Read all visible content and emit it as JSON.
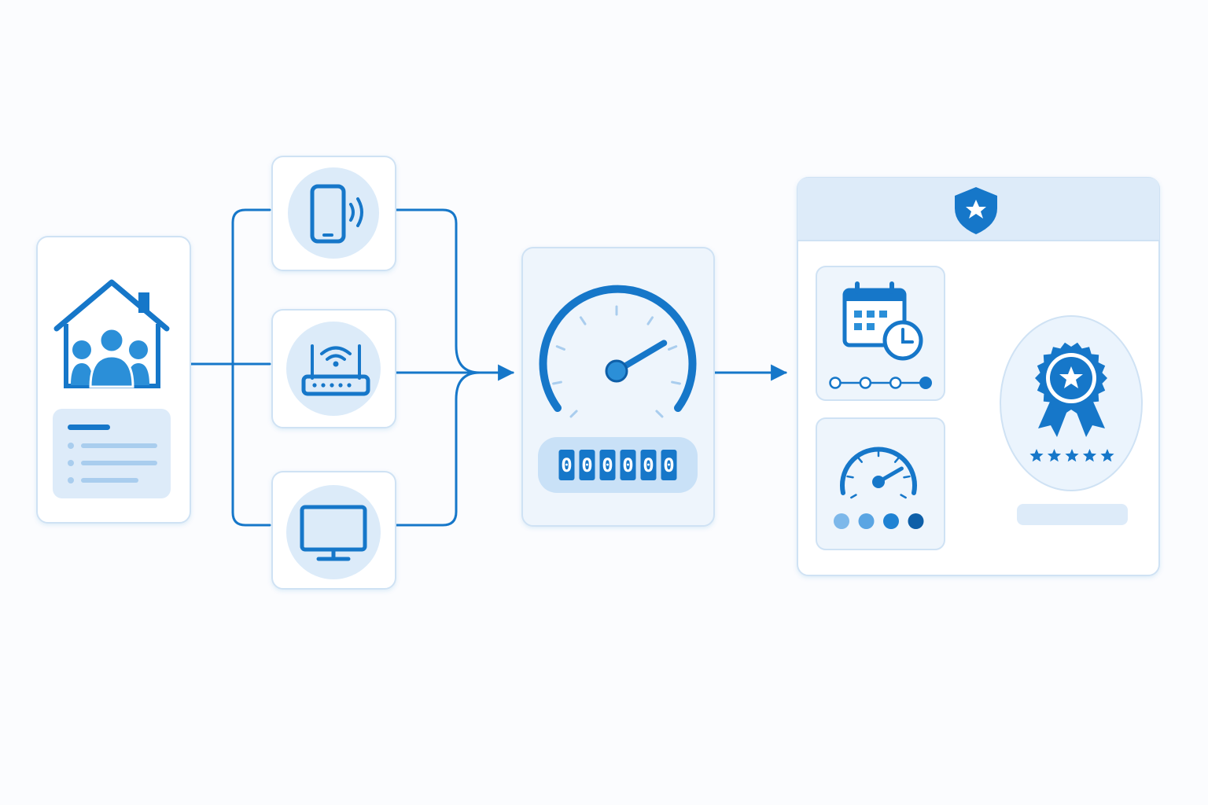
{
  "colors": {
    "primary": "#1677c9",
    "primary_dark": "#0e5fa8",
    "icon_mid": "#2b8fd8",
    "circle_fill": "#dcebf9",
    "panel_fill": "#eef5fc",
    "card_border": "#cfe2f4",
    "line_soft": "#a9cdee",
    "background": "#fbfcfe"
  },
  "icons": {
    "household": "house-with-people-icon",
    "phone": "smartphone-signal-icon",
    "router": "wifi-router-icon",
    "tv": "television-icon",
    "gauge": "speedometer-icon",
    "shield": "shield-star-icon",
    "calendar": "calendar-clock-icon",
    "small_gauge": "small-speedometer-icon",
    "award": "award-ribbon-icon"
  },
  "meter": {
    "digits": [
      "0",
      "0",
      "0",
      "0",
      "0",
      "0"
    ]
  },
  "gauge_reading": 0.72,
  "small_gauge_reading": 0.75,
  "rating": {
    "stars": 5,
    "filled": 5
  },
  "timeline": {
    "steps": 4,
    "active_step": 4
  },
  "quality_dots": {
    "count": 4
  }
}
